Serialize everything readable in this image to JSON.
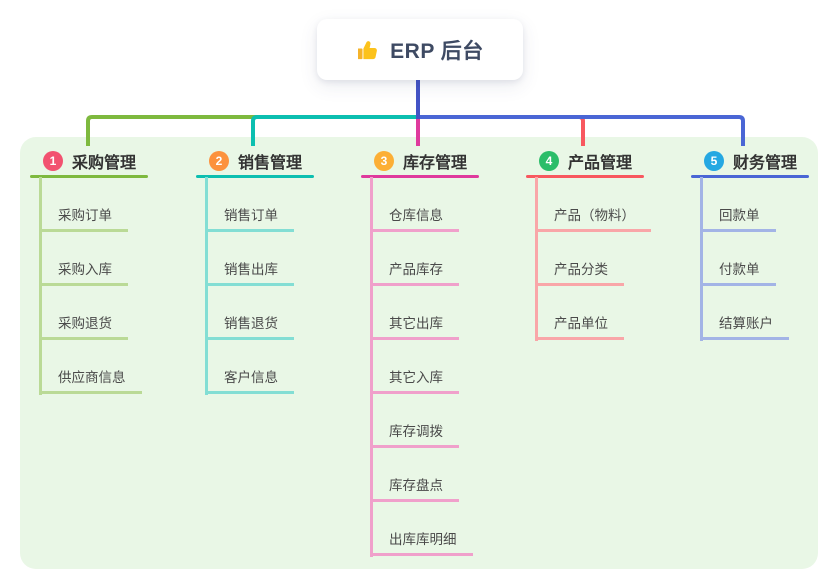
{
  "root": {
    "label": "ERP 后台",
    "icon": "thumbs-up-icon",
    "icon_color": "#fcc21b"
  },
  "theme": {
    "background": "#ffffff",
    "panel_background": "#e9f7e6",
    "root_connector_color": "#4353c6",
    "card_background": "#ffffff",
    "header_text_color": "#333333",
    "child_text_color": "#4a4a4a",
    "root_text_color": "#3e4a63"
  },
  "branches": [
    {
      "index": "1",
      "label": "采购管理",
      "badge_color": "#f25270",
      "line_color": "#7eb93e",
      "light_color": "#bada96",
      "children": [
        "采购订单",
        "采购入库",
        "采购退货",
        "供应商信息"
      ]
    },
    {
      "index": "2",
      "label": "销售管理",
      "badge_color": "#fc923d",
      "line_color": "#0cbfb0",
      "light_color": "#83ded4",
      "children": [
        "销售订单",
        "销售出库",
        "销售退货",
        "客户信息"
      ]
    },
    {
      "index": "3",
      "label": "库存管理",
      "badge_color": "#fcaf35",
      "line_color": "#df3a9d",
      "light_color": "#f0a0cb",
      "children": [
        "仓库信息",
        "产品库存",
        "其它出库",
        "其它入库",
        "库存调拨",
        "库存盘点",
        "出库库明细"
      ]
    },
    {
      "index": "4",
      "label": "产品管理",
      "badge_color": "#2bbd69",
      "line_color": "#f8585f",
      "light_color": "#f9a6a8",
      "children": [
        "产品（物料）",
        "产品分类",
        "产品单位"
      ]
    },
    {
      "index": "5",
      "label": "财务管理",
      "badge_color": "#25a8e2",
      "line_color": "#4a66d5",
      "light_color": "#a3b4e6",
      "children": [
        "回款单",
        "付款单",
        "结算账户"
      ]
    }
  ]
}
